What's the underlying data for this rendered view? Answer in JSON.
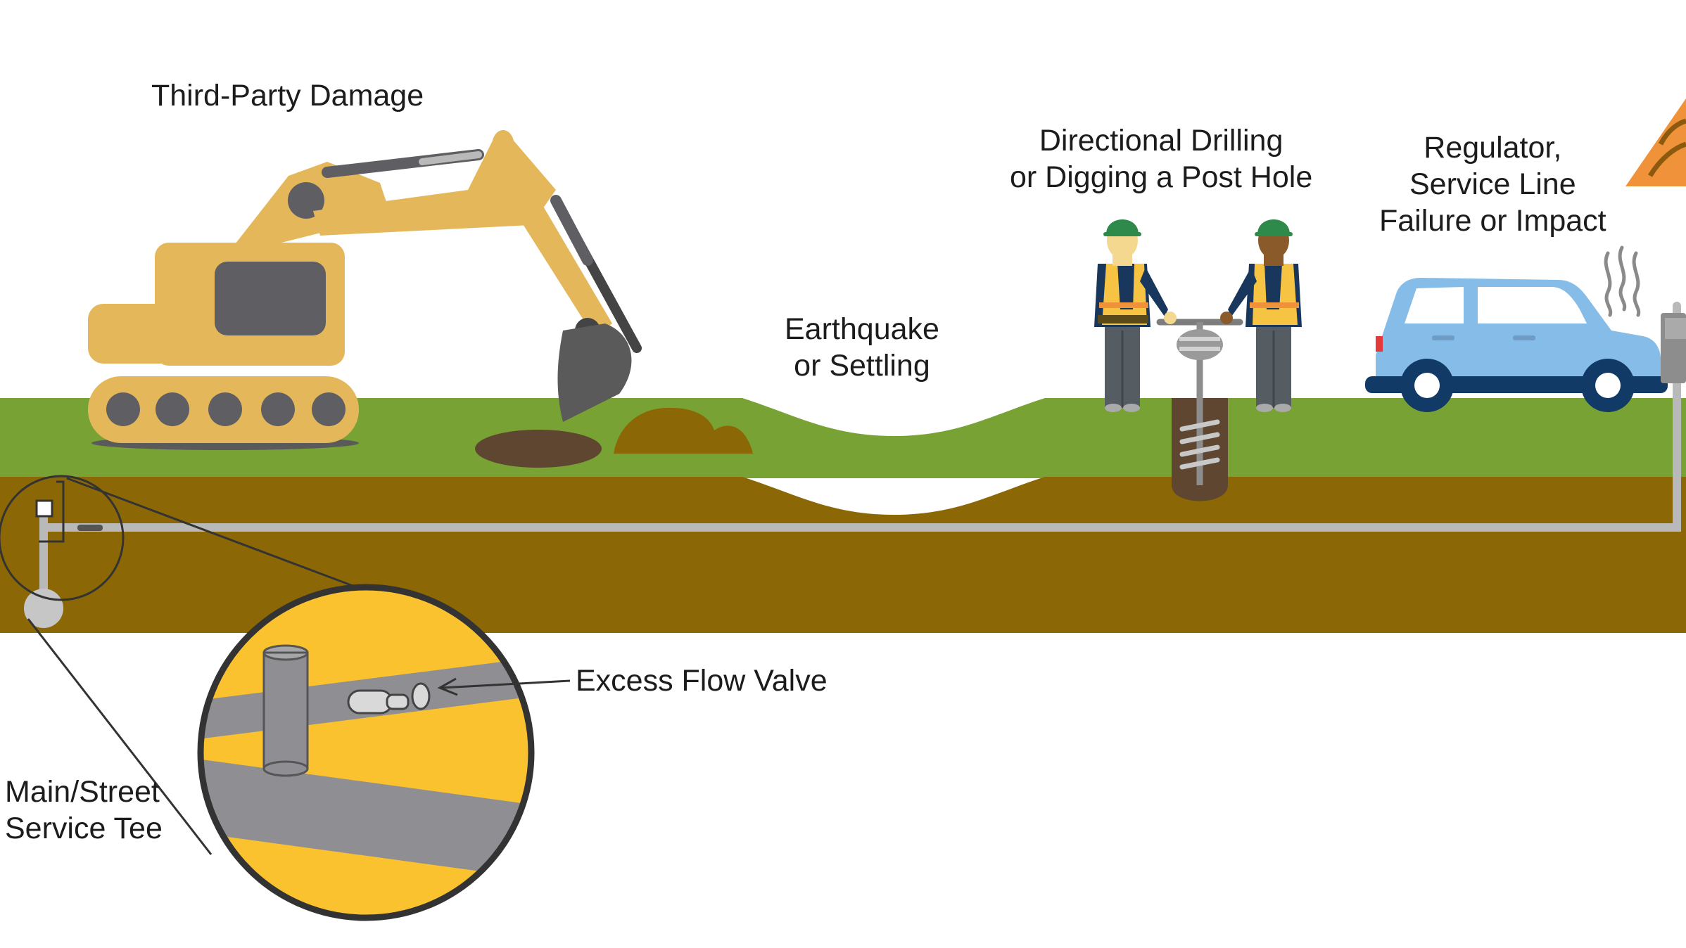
{
  "labels": {
    "third_party_damage": "Third-Party Damage",
    "earthquake": [
      "Earthquake",
      "or Settling"
    ],
    "drilling": [
      "Directional Drilling",
      "or Digging a Post Hole"
    ],
    "regulator": [
      "Regulator,",
      "Service Line",
      "Failure or Impact"
    ],
    "excess_flow_valve": "Excess Flow Valve",
    "service_tee": [
      "Main/Street",
      "Service Tee"
    ]
  },
  "colors": {
    "grass": "#78a234",
    "soil": "#8b6805",
    "excavator": "#e4b85a",
    "pipe": "#b9b9b9",
    "magnifier_fill": "#fbc22f",
    "car": "#85bde8",
    "car_dark": "#123a66",
    "dirt": "#5f4631",
    "sign": "#f0923a",
    "hard_hat": "#2e8a4a",
    "vest": "#f6c343"
  },
  "icons": [
    "excavator-icon",
    "dirt-pile-icon",
    "worker-icon",
    "auger-icon",
    "car-icon",
    "warning-sign-icon",
    "gas-meter-icon",
    "magnifier-icon"
  ]
}
